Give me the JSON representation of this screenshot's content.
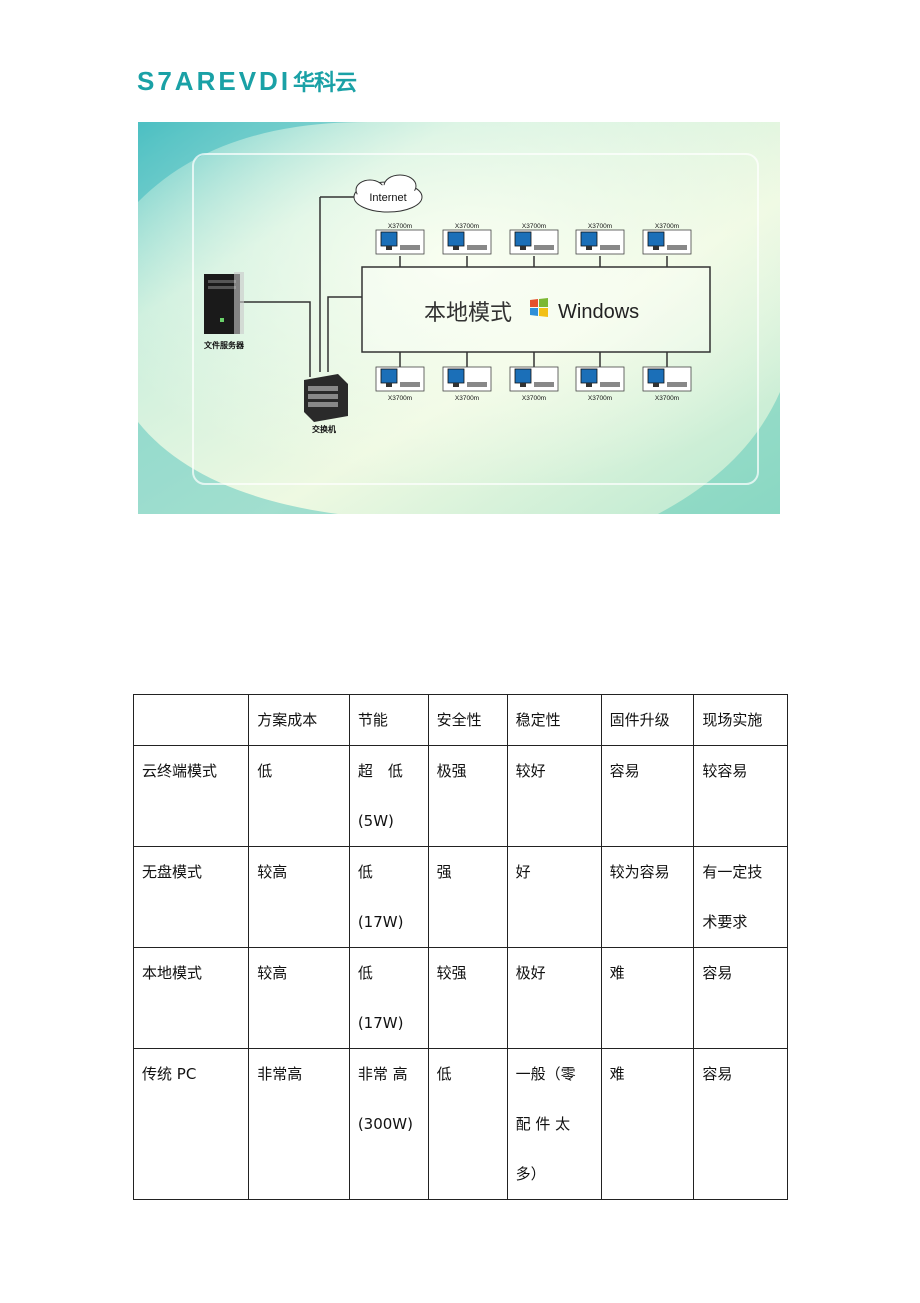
{
  "header": {
    "logo_latin": "S7AREVDI",
    "logo_cn": "华科云"
  },
  "diagram": {
    "internet_label": "Internet",
    "center_label": "本地模式",
    "windows_label": "Windows",
    "file_server_label": "文件服务器",
    "switch_label": "交换机",
    "terminal_label": "X3700m",
    "top_terminals": [
      "X3700m",
      "X3700m",
      "X3700m",
      "X3700m",
      "X3700m"
    ],
    "bottom_terminals": [
      "X3700m",
      "X3700m",
      "X3700m",
      "X3700m",
      "X3700m"
    ],
    "colors": {
      "bg_light": "#e8f7e0",
      "bg_teal": "#7fd3cc",
      "line": "#333333"
    }
  },
  "table": {
    "headers": [
      "",
      "方案成本",
      "节能",
      "安全性",
      "稳定性",
      "固件升级",
      "现场实施"
    ],
    "rows": [
      [
        "云终端模式",
        "低",
        "超　低\n(5W)",
        "极强",
        "较好",
        "容易",
        "较容易"
      ],
      [
        "无盘模式",
        "较高",
        "低\n(17W)",
        "强",
        "好",
        "较为容易",
        "有一定技\n术要求"
      ],
      [
        "本地模式",
        "较高",
        "低\n(17W)",
        "较强",
        "极好",
        "难",
        "容易"
      ],
      [
        "传统 PC",
        "非常高",
        "非常 高\n(300W)",
        "低",
        "一般（零\n配 件 太\n多）",
        "难",
        "容易"
      ]
    ]
  }
}
